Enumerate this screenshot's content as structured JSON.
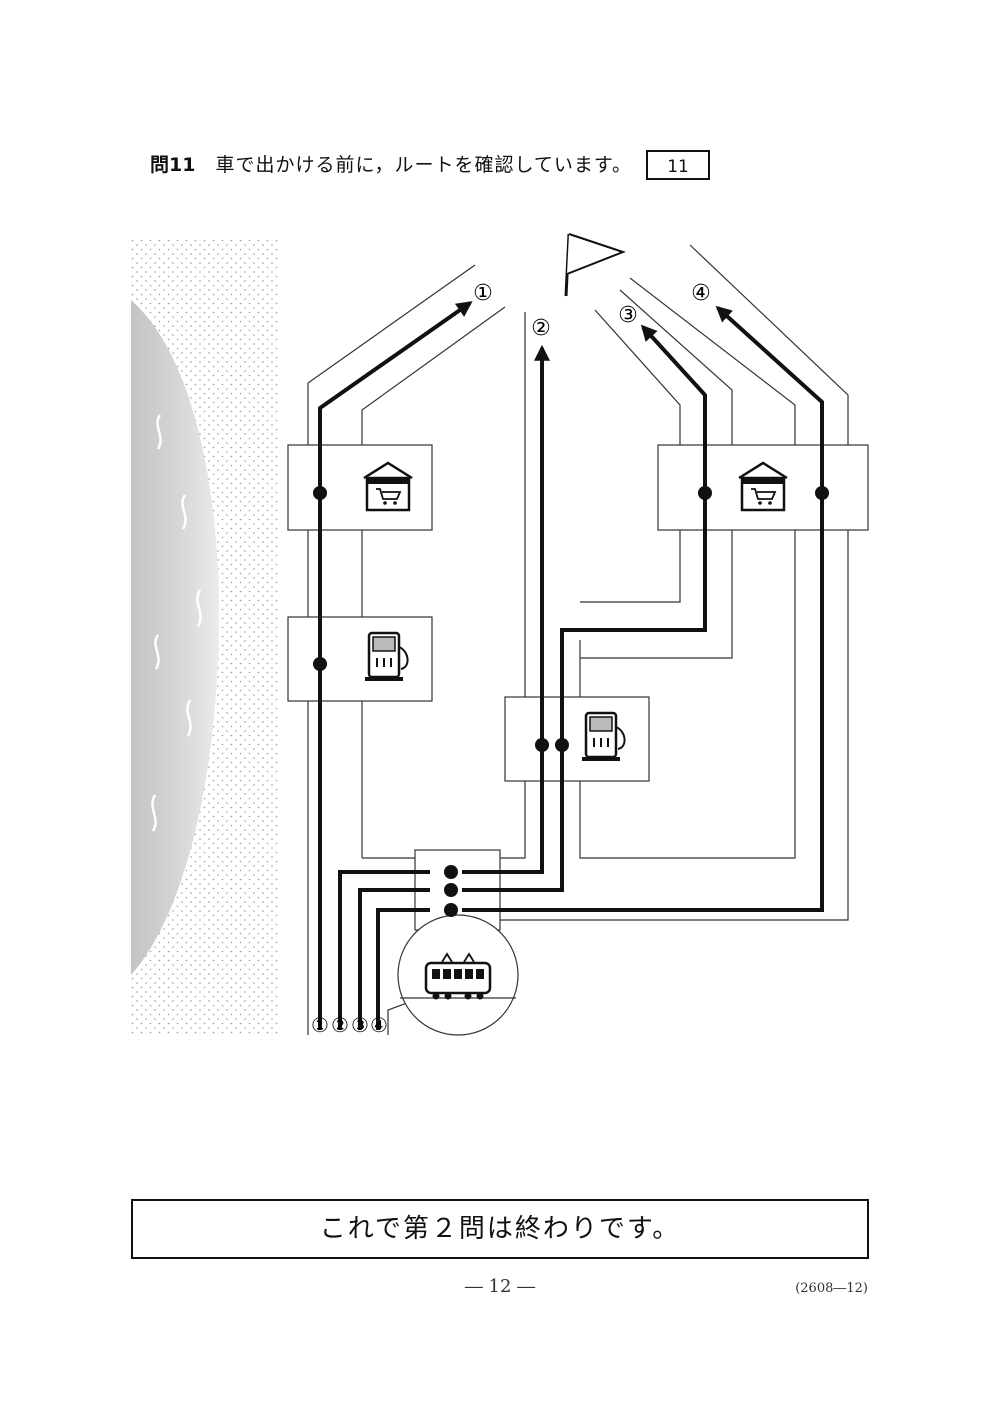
{
  "question": {
    "number": "問11",
    "text": "車で出かける前に，ルートを確認しています。",
    "answer_box": "11"
  },
  "map": {
    "route_labels": [
      "①",
      "②",
      "③",
      "④"
    ],
    "start_labels": [
      "①",
      "②",
      "③",
      "④"
    ]
  },
  "footer": {
    "end_message": "これで第２問は終わりです。",
    "page_number": "― 12 ―",
    "page_code": "(2608―12)"
  }
}
